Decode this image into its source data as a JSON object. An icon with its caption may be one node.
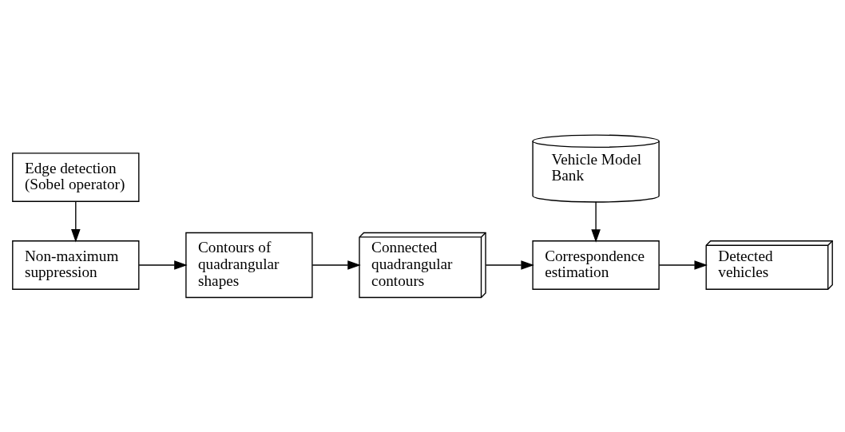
{
  "diagram": {
    "nodes": [
      {
        "text": [
          "Vehicle Model Bank"
        ]
      },
      {
        "text": [
          "Edge detection (Sobel operator)"
        ]
      },
      {
        "text": [
          "Correspondence estimation"
        ]
      },
      {
        "text": [
          "Detected vehicles"
        ]
      },
      {
        "text": [
          "Non-maximum suppression"
        ]
      },
      {
        "text": [
          "Contours of quadrangular shapes"
        ]
      },
      {
        "text": [
          "Connected quadrangular contours"
        ]
      }
    ],
    "edges": [
      {
        "from": 0,
        "to": 2,
        "arrow": "to"
      },
      {
        "from": 1,
        "to": 4,
        "arrow": "to"
      },
      {
        "from": 4,
        "to": 5,
        "arrow": "to"
      },
      {
        "from": 5,
        "to": 6,
        "arrow": "to"
      },
      {
        "from": 6,
        "to": 2,
        "arrow": "to"
      },
      {
        "from": 2,
        "to": 3,
        "arrow": "to"
      }
    ]
  }
}
